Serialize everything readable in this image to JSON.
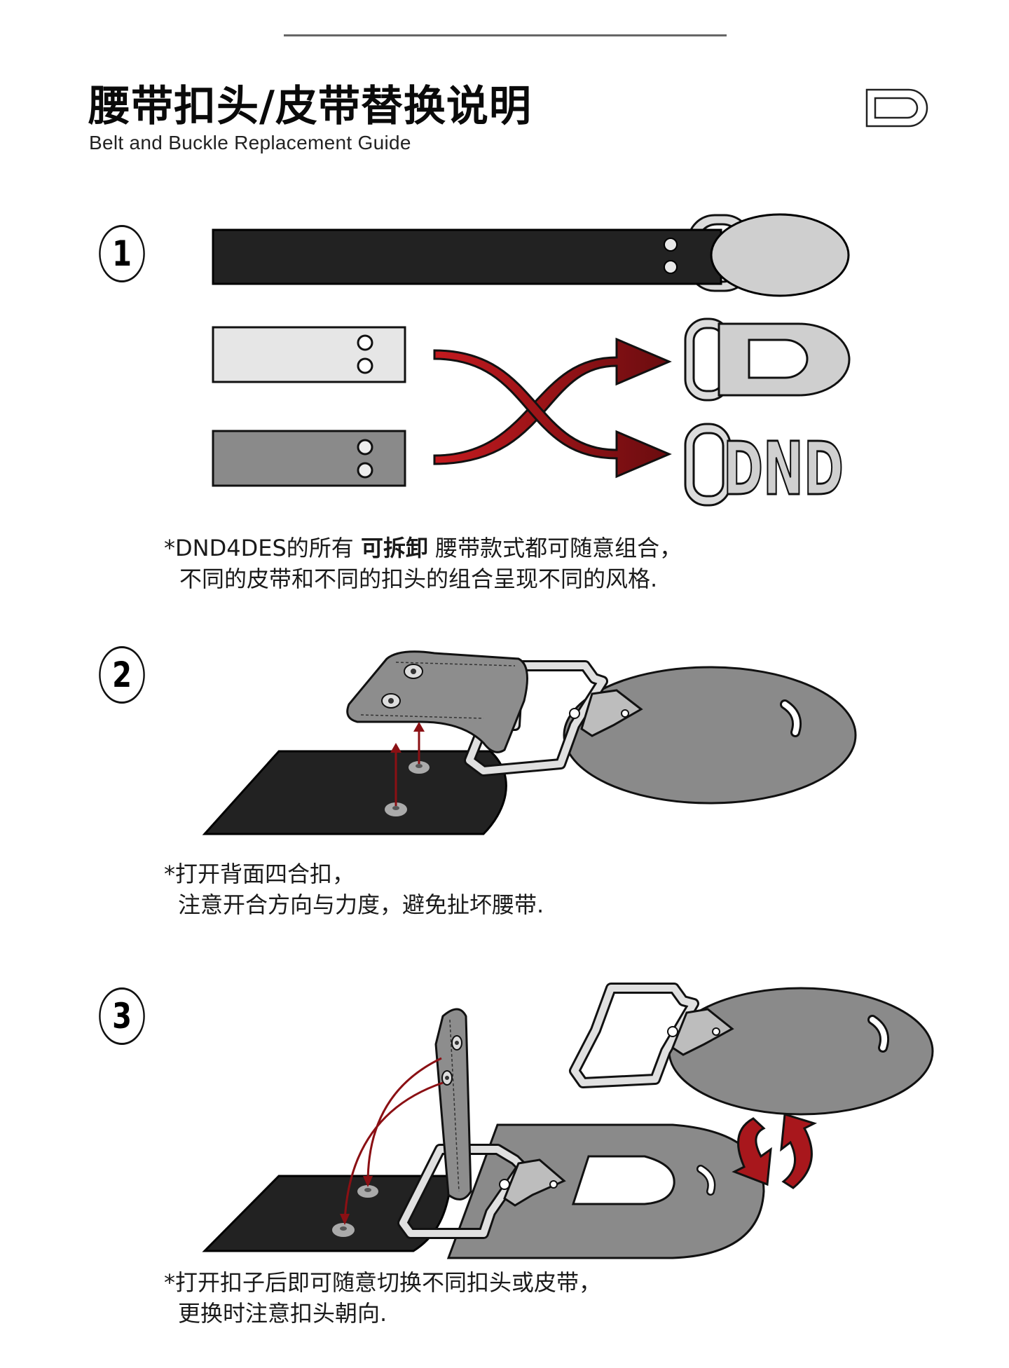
{
  "header": {
    "title": "腰带扣头/皮带替换说明",
    "subtitle": "Belt and Buckle Replacement Guide",
    "brand_icon": "d-logo-icon"
  },
  "steps": [
    {
      "number": "1",
      "illustration_labels": {
        "buckle_logo_text": "DND"
      },
      "caption": {
        "line1_pre": "*DND4DES的所有 ",
        "line1_bold": "可拆卸",
        "line1_post": " 腰带款式都可随意组合，",
        "line2": "不同的皮带和不同的扣头的组合呈现不同的风格."
      }
    },
    {
      "number": "2",
      "caption": {
        "line1": "*打开背面四合扣，",
        "line2": "注意开合方向与力度，避免扯坏腰带."
      }
    },
    {
      "number": "3",
      "caption": {
        "line1": "*打开扣子后即可随意切换不同扣头或皮带，",
        "line2": "更换时注意扣头朝向."
      }
    }
  ],
  "colors": {
    "black_belt": "#222222",
    "light_belt": "#e6e6e6",
    "grey_belt": "#888888",
    "buckle_plate": "#cccccc",
    "dark_plate": "#8a8a8a",
    "arrow_red": "#a8171c",
    "arrow_dark": "#5a0a0c"
  }
}
